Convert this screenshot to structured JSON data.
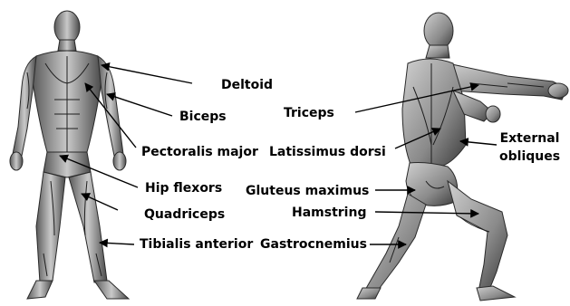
{
  "colors": {
    "background": "#ffffff",
    "text": "#000000",
    "figure_light": "#c8c8c8",
    "figure_mid": "#8a8a8a",
    "figure_dark": "#3a3a3a",
    "arrow": "#000000"
  },
  "labels": {
    "deltoid": "Deltoid",
    "biceps": "Biceps",
    "pectoralis_major": "Pectoralis major",
    "hip_flexors": "Hip flexors",
    "quadriceps": "Quadriceps",
    "tibialis_anterior": "Tibialis anterior",
    "triceps": "Triceps",
    "latissimus_dorsi": "Latissimus dorsi",
    "external_obliques_1": "External",
    "external_obliques_2": "obliques",
    "gluteus_maximus": "Gluteus maximus",
    "hamstring": "Hamstring",
    "gastrocnemius": "Gastrocnemius"
  },
  "figures": {
    "front": "front-anatomy-figure",
    "back": "back-anatomy-figure"
  }
}
